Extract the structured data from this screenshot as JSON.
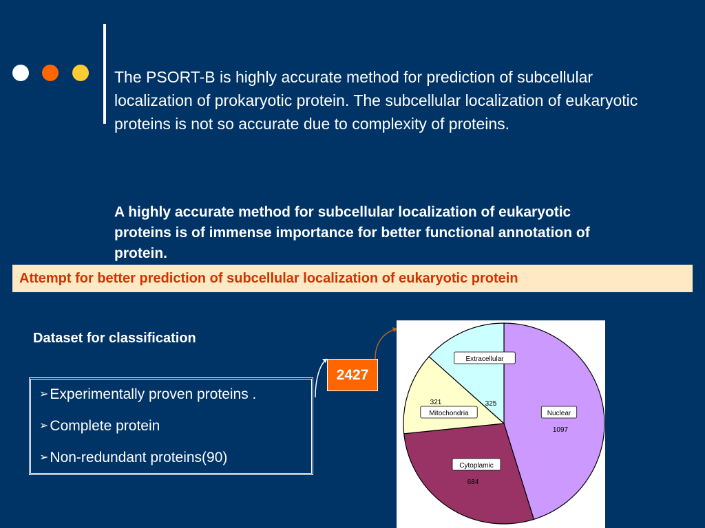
{
  "decor": {
    "dot_colors": [
      "#ffffff",
      "#ff6600",
      "#ffcc33"
    ]
  },
  "intro": {
    "paragraph": "The PSORT-B is highly accurate method for prediction of subcellular localization of prokaryotic protein. The subcellular localization of eukaryotic proteins is not so accurate due to complexity of proteins.",
    "emphasis": "A highly accurate method for subcellular localization of eukaryotic proteins is of immense importance for better functional annotation of protein."
  },
  "highlight": {
    "text": "Attempt for better prediction of subcellular localization of eukaryotic protein"
  },
  "dataset": {
    "heading": "Dataset for classification",
    "criteria": [
      "Experimentally proven proteins .",
      "Complete protein",
      "Non-redundant proteins(90)"
    ],
    "bullet_icon": "arrow-bullet-icon",
    "total": "2427"
  },
  "chart_data": {
    "type": "pie",
    "title": "",
    "slices": [
      {
        "label": "Nuclear",
        "value": 1097,
        "color": "#cc99ff"
      },
      {
        "label": "Cytoplamic",
        "value": 684,
        "color": "#993366"
      },
      {
        "label": "Mitochondria",
        "value": 321,
        "color": "#ffffcc"
      },
      {
        "label": "Extracellular",
        "value": 325,
        "color": "#ccffff"
      }
    ],
    "legend": "none",
    "start": "12 o'clock, clockwise"
  }
}
